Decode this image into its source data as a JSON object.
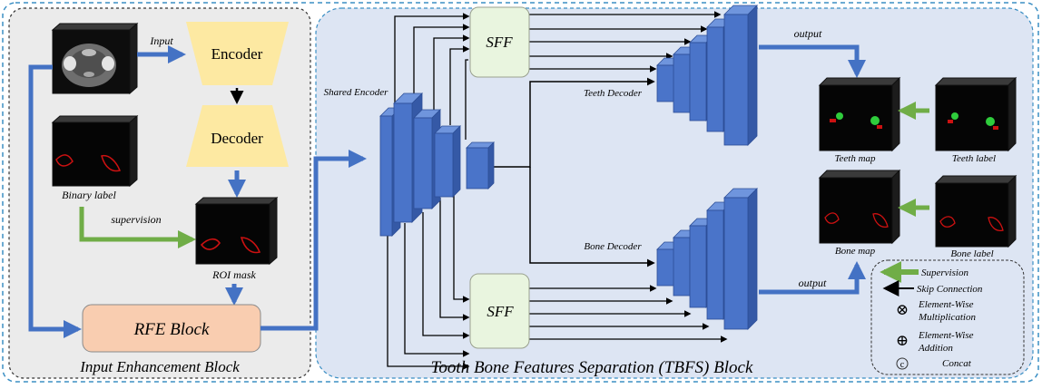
{
  "left_block": {
    "title": "Input Enhancement Block"
  },
  "right_block": {
    "title": "Tooth Bone Features Separation (TBFS) Block"
  },
  "labels": {
    "input": "Input",
    "encoder": "Encoder",
    "decoder": "Decoder",
    "binary_label": "Binary label",
    "supervision": "supervision",
    "roi_mask": "ROI  mask",
    "rfe_block": "RFE   Block",
    "shared_encoder": "Shared Encoder",
    "sff": "SFF",
    "teeth_decoder": "Teeth Decoder",
    "bone_decoder": "Bone Decoder",
    "output": "output",
    "teeth_map": "Teeth map",
    "teeth_label": "Teeth label",
    "bone_map": "Bone map",
    "bone_label": "Bone label"
  },
  "legend": {
    "supervision": "Supervision",
    "skip": "Skip Connection",
    "mult_1": "Element-Wise",
    "mult_2": "Multiplication",
    "add_1": "Element-Wise",
    "add_2": "Addition",
    "concat": "Concat",
    "symbols": {
      "mult": "⊗",
      "add": "⊕",
      "concat": "c"
    }
  },
  "colors": {
    "left_bg": "#ebebeb",
    "right_bg": "#dde5f3",
    "dashed_border": "#3b8fc4",
    "encoder_box": "#fde9a2",
    "sff_box": "#e9f5df",
    "rfe_box": "#f9cdb0",
    "cube_blue": "#4a74c9",
    "arrow_blue": "#4472c4",
    "arrow_green": "#70ad47"
  }
}
